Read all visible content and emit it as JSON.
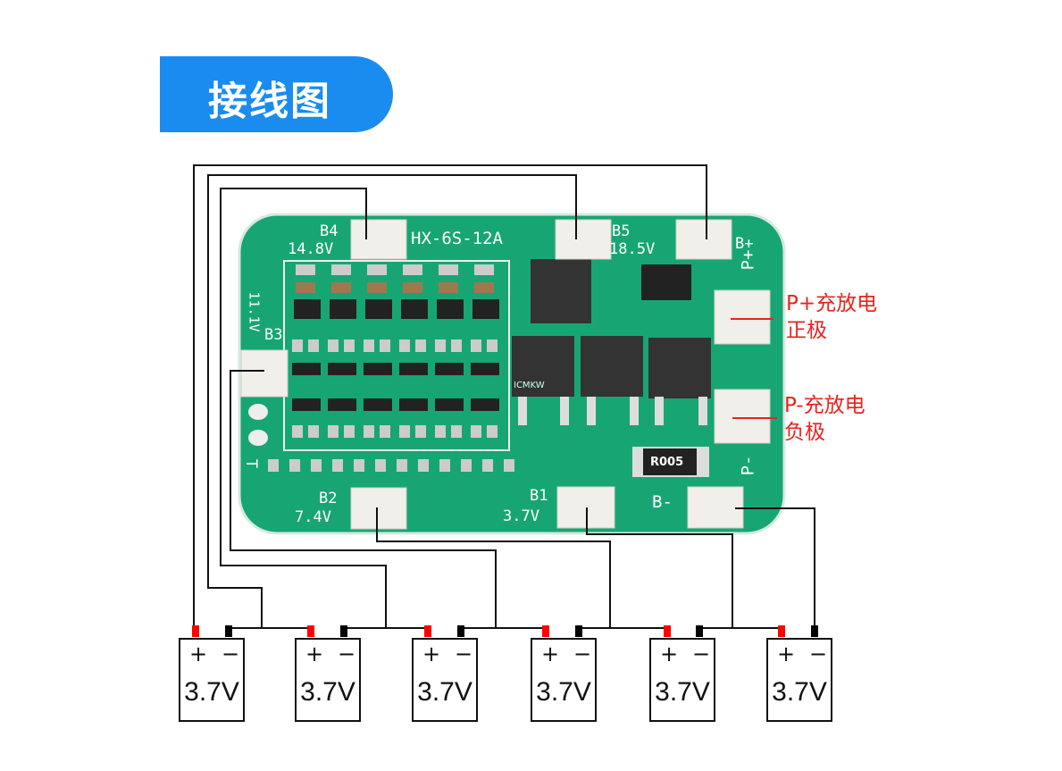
{
  "title": "接线图",
  "board": {
    "model": "HX-6S-12A",
    "pads": [
      {
        "name": "B4",
        "voltage": "14.8V"
      },
      {
        "name": "B5",
        "voltage": "18.5V"
      },
      {
        "name": "B+"
      },
      {
        "name": "B3",
        "voltage": "11.1V"
      },
      {
        "name": "B2",
        "voltage": "7.4V"
      },
      {
        "name": "B1",
        "voltage": "3.7V"
      },
      {
        "name": "B-"
      },
      {
        "name": "P+"
      },
      {
        "name": "P-"
      }
    ],
    "resistor": "R005",
    "t_label": "T",
    "watermark": "ICMKW"
  },
  "annotations": {
    "p_plus_line1": "P+充放电",
    "p_plus_line2": "正极",
    "p_minus_line1": "P-充放电",
    "p_minus_line2": "负极"
  },
  "batteries": [
    {
      "plus": "+",
      "minus": "−",
      "voltage": "3.7V"
    },
    {
      "plus": "+",
      "minus": "−",
      "voltage": "3.7V"
    },
    {
      "plus": "+",
      "minus": "−",
      "voltage": "3.7V"
    },
    {
      "plus": "+",
      "minus": "−",
      "voltage": "3.7V"
    },
    {
      "plus": "+",
      "minus": "−",
      "voltage": "3.7V"
    },
    {
      "plus": "+",
      "minus": "−",
      "voltage": "3.7V"
    }
  ],
  "colors": {
    "banner": "#1a8cf0",
    "pcb": "#17a673",
    "annotation": "#e8231e",
    "positive": "#ff0000",
    "negative": "#000000"
  }
}
